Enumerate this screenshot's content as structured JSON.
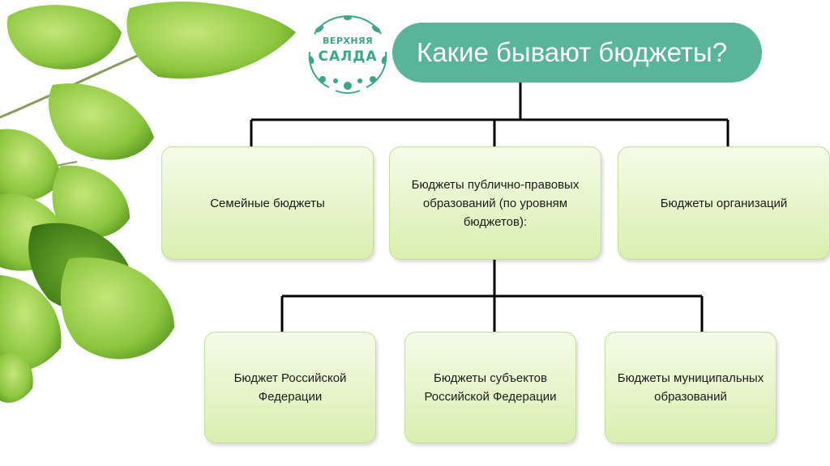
{
  "logo": {
    "line1": "ВЕРХНЯЯ",
    "line2": "САЛДА"
  },
  "title": "Какие бывают бюджеты?",
  "level1": [
    {
      "label": "Семейные бюджеты"
    },
    {
      "label": "Бюджеты публично-правовых образований (по уровням бюджетов):"
    },
    {
      "label": "Бюджеты организаций"
    }
  ],
  "level2": [
    {
      "label": "Бюджет Российской Федерации"
    },
    {
      "label": "Бюджеты субъектов Российской Федерации"
    },
    {
      "label": "Бюджеты муниципальных образований"
    }
  ],
  "colors": {
    "title_fill": "#59b49a",
    "box_fill_top": "#f5fbe8",
    "box_fill_bottom": "#d9efb0",
    "connector": "#000000",
    "leaf": "#8bc34a"
  }
}
